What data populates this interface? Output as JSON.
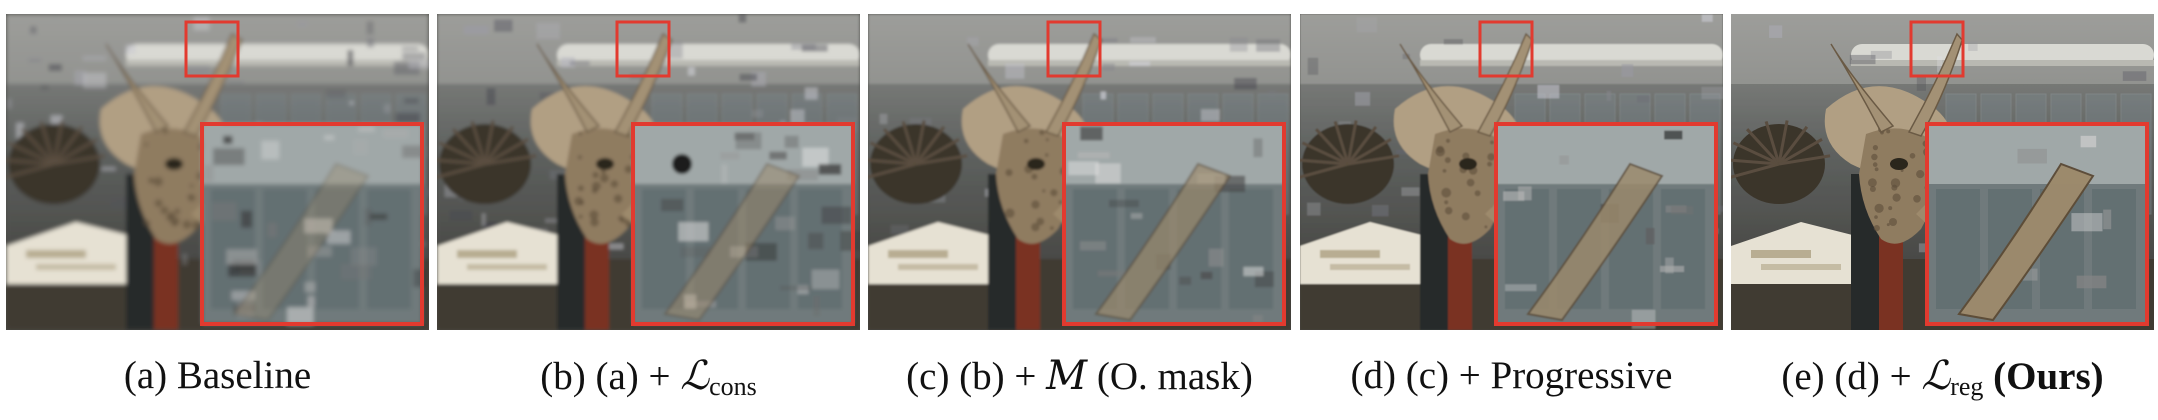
{
  "figure": {
    "accent_color": "#e23a2f",
    "panels": [
      {
        "id": "a",
        "caption_prefix": "(a) Baseline",
        "math_symbol": "",
        "math_subscript": "",
        "caption_suffix": "",
        "caption_bold": "",
        "quality": 0
      },
      {
        "id": "b",
        "caption_prefix": "(b) (a) + ",
        "math_symbol": "ℒ",
        "math_subscript": "cons",
        "caption_suffix": "",
        "caption_bold": "",
        "quality": 1
      },
      {
        "id": "c",
        "caption_prefix": "(c) (b) + ",
        "math_symbol": "M",
        "math_subscript": "",
        "caption_suffix": " (O. mask)",
        "caption_bold": "",
        "quality": 2
      },
      {
        "id": "d",
        "caption_prefix": "(d) (c) + Progressive",
        "math_symbol": "",
        "math_subscript": "",
        "caption_suffix": "",
        "caption_bold": "",
        "quality": 3
      },
      {
        "id": "e",
        "caption_prefix": "(e) (d) + ",
        "math_symbol": "ℒ",
        "math_subscript": "reg",
        "caption_suffix": " ",
        "caption_bold": "(Ours)",
        "quality": 4
      }
    ]
  }
}
